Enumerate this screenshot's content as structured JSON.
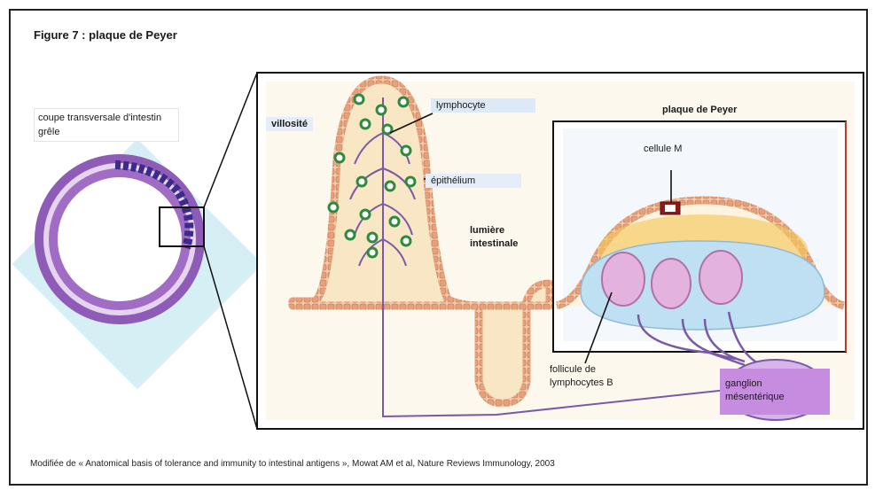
{
  "figure_title": "Figure 7 : plaque de Peyer",
  "labels": {
    "coupe": "coupe transversale d'intestin grêle",
    "villosite": "villosité",
    "lymphocyte": "lymphocyte",
    "epithelium": "épithélium",
    "lumiere_line1": "lumière",
    "lumiere_line2": "intestinale",
    "plaque_peyer": "plaque de Peyer",
    "cellule_m": "cellule M",
    "follicule_line1": "follicule de",
    "follicule_line2": "lymphocytes B",
    "ganglion_line1": "ganglion",
    "ganglion_line2": "mésentérique"
  },
  "caption": "Modifiée de « Anatomical basis of tolerance and immunity to intestinal antigens », Mowat AM et al, Nature Reviews Immunology, 2003",
  "colors": {
    "tissue_purple": "#7b3fa8",
    "cross_section_bg": "#c7eaf0",
    "villus_fill": "#f9e6c4",
    "epithelium_cell": "#e8a07a",
    "lymphocyte_green": "#2e8b3e",
    "dome_yellow": "#f5c85a",
    "follicle_blue": "#bfe0f2",
    "follicle_pink": "#e3b3dd",
    "vessel": "#7a5aa8",
    "peyer_box_edge": "#c0392b",
    "ganglion": "#c58ce0"
  }
}
